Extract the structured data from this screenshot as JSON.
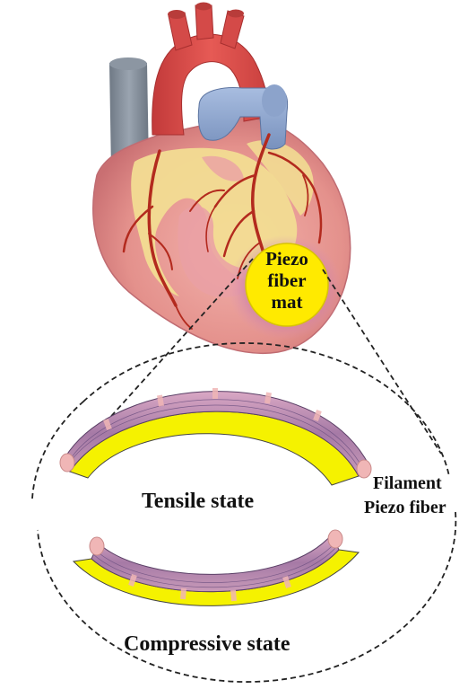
{
  "badge": {
    "line1": "Piezo",
    "line2": "fiber",
    "line3": "mat"
  },
  "states": {
    "tensile": "Tensile state",
    "compressive": "Compressive state"
  },
  "side_labels": {
    "filament": "Filament",
    "piezo_fiber": "Piezo fiber"
  },
  "colors": {
    "piezo_fiber": "#f5f200",
    "filament": "#c99bb8",
    "filament_end": "#f0b6b6",
    "badge": "#ffea00",
    "heart_muscle": "#e89a96",
    "fat": "#f2dc92",
    "aorta": "#d94848",
    "vena_cava": "#7f8a97",
    "pulmonary_artery": "#8fa7cf",
    "coronary": "#b32a1e"
  }
}
